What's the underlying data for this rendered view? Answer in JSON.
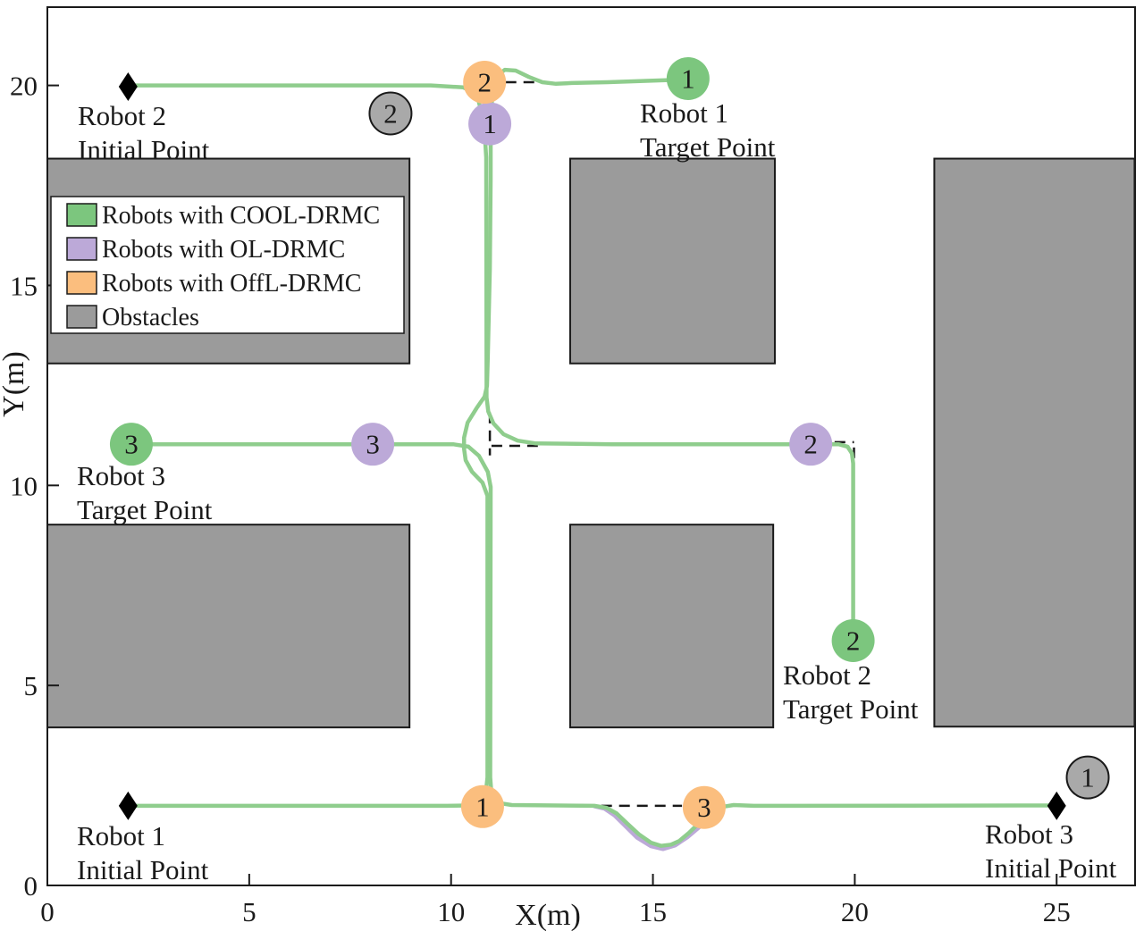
{
  "axes": {
    "xlabel": "X(m)",
    "ylabel": "Y(m)",
    "x_ticks": [
      "0",
      "5",
      "10",
      "15",
      "20",
      "25"
    ],
    "y_ticks": [
      "0",
      "5",
      "10",
      "15",
      "20"
    ]
  },
  "legend": {
    "items": [
      {
        "label": "Robots with COOL-DRMC",
        "color": "#7CC67E"
      },
      {
        "label": "Robots with OL-DRMC",
        "color": "#BCA9D8"
      },
      {
        "label": "Robots with OffL-DRMC",
        "color": "#FBBE7E"
      },
      {
        "label": "Obstacles",
        "color": "#9B9B9B"
      }
    ]
  },
  "annotations": {
    "robot2_initial": {
      "line1": "Robot 2",
      "line2": "Initial Point"
    },
    "robot1_target": {
      "line1": "Robot 1",
      "line2": "Target Point"
    },
    "robot3_target": {
      "line1": "Robot 3",
      "line2": "Target Point"
    },
    "robot2_target": {
      "line1": "Robot 2",
      "line2": "Target Point"
    },
    "robot1_initial": {
      "line1": "Robot 1",
      "line2": "Initial Point"
    },
    "robot3_initial": {
      "line1": "Robot 3",
      "line2": "Initial Point"
    }
  },
  "chart_data": {
    "type": "line",
    "title": "",
    "xlabel": "X(m)",
    "ylabel": "Y(m)",
    "xlim": [
      0,
      26.93
    ],
    "ylim": [
      0,
      21.96
    ],
    "x_ticks": [
      0,
      5,
      10,
      15,
      20,
      25
    ],
    "y_ticks": [
      0,
      5,
      10,
      15,
      20
    ],
    "grid": false,
    "legend_position": "upper-left",
    "colors": {
      "cool_line": "#8FCD8D",
      "cool_marker": "#7CC67E",
      "ol": "#BCA9D8",
      "offl": "#FBBE7E",
      "obstacle": "#9B9B9B",
      "obstacle_circle": "#A9A9A9",
      "dashed": "#1a1a1a"
    },
    "marker_radius_m": 0.53,
    "obstacles": [
      {
        "x": 0.0,
        "y": 13.05,
        "w": 8.97,
        "h": 5.12
      },
      {
        "x": 12.95,
        "y": 13.05,
        "w": 5.07,
        "h": 5.12
      },
      {
        "x": 21.97,
        "y": 3.97,
        "w": 4.96,
        "h": 14.2
      },
      {
        "x": 0.0,
        "y": 3.95,
        "w": 8.97,
        "h": 5.07
      },
      {
        "x": 12.95,
        "y": 3.95,
        "w": 5.03,
        "h": 5.07
      }
    ],
    "trajectories": [
      {
        "name": "robot3-ol-drmc",
        "method": "OL-DRMC",
        "color": "#BCA9D8",
        "points": [
          [
            16.55,
            1.78
          ],
          [
            16.2,
            1.5
          ],
          [
            15.85,
            1.2
          ],
          [
            15.55,
            1.0
          ],
          [
            15.25,
            0.91
          ],
          [
            14.95,
            0.98
          ],
          [
            14.6,
            1.2
          ],
          [
            14.3,
            1.5
          ],
          [
            14.05,
            1.75
          ],
          [
            13.8,
            1.92
          ],
          [
            13.55,
            1.98
          ]
        ]
      },
      {
        "name": "robot1-cool-drmc",
        "method": "COOL-DRMC",
        "color": "#8FCD8D",
        "points": [
          [
            2.0,
            1.99
          ],
          [
            9.9,
            1.99
          ],
          [
            10.45,
            2.0
          ],
          [
            10.72,
            2.08
          ],
          [
            10.86,
            2.3
          ],
          [
            10.9,
            2.7
          ],
          [
            10.9,
            9.74
          ],
          [
            10.78,
            10.07
          ],
          [
            10.52,
            10.34
          ],
          [
            10.36,
            10.63
          ],
          [
            10.32,
            10.92
          ],
          [
            10.32,
            11.19
          ],
          [
            10.41,
            11.57
          ],
          [
            10.63,
            11.93
          ],
          [
            10.83,
            12.22
          ],
          [
            10.89,
            12.49
          ],
          [
            10.91,
            13.2
          ],
          [
            10.96,
            15.43
          ],
          [
            10.98,
            17.67
          ],
          [
            10.98,
            18.38
          ],
          [
            10.98,
            19.01
          ],
          [
            11.0,
            19.5
          ],
          [
            11.05,
            19.9
          ],
          [
            11.16,
            20.26
          ],
          [
            11.33,
            20.39
          ],
          [
            11.6,
            20.37
          ],
          [
            11.93,
            20.21
          ],
          [
            12.26,
            20.08
          ],
          [
            12.6,
            20.04
          ],
          [
            12.99,
            20.06
          ],
          [
            13.88,
            20.08
          ],
          [
            15.87,
            20.15
          ]
        ]
      },
      {
        "name": "robot2-cool-drmc",
        "method": "COOL-DRMC",
        "color": "#8FCD8D",
        "points": [
          [
            2.0,
            20.0
          ],
          [
            9.5,
            20.0
          ],
          [
            10.3,
            19.95
          ],
          [
            10.55,
            19.84
          ],
          [
            10.68,
            19.62
          ],
          [
            10.76,
            19.3
          ],
          [
            10.83,
            18.85
          ],
          [
            10.87,
            18.2
          ],
          [
            10.88,
            12.2
          ],
          [
            10.92,
            11.85
          ],
          [
            11.05,
            11.55
          ],
          [
            11.3,
            11.28
          ],
          [
            11.65,
            11.12
          ],
          [
            12.1,
            11.05
          ],
          [
            14.0,
            11.03
          ],
          [
            19.0,
            11.03
          ],
          [
            19.6,
            11.03
          ],
          [
            19.82,
            10.97
          ],
          [
            19.93,
            10.8
          ],
          [
            19.96,
            10.55
          ],
          [
            19.96,
            6.12
          ]
        ]
      },
      {
        "name": "robot3-cool-drmc",
        "method": "COOL-DRMC",
        "color": "#8FCD8D",
        "points": [
          [
            25.0,
            2.0
          ],
          [
            17.5,
            1.99
          ],
          [
            17.0,
            2.01
          ],
          [
            16.75,
            1.97
          ],
          [
            16.5,
            1.86
          ],
          [
            16.2,
            1.62
          ],
          [
            15.9,
            1.32
          ],
          [
            15.65,
            1.11
          ],
          [
            15.45,
            1.02
          ],
          [
            15.2,
            0.99
          ],
          [
            14.95,
            1.07
          ],
          [
            14.65,
            1.28
          ],
          [
            14.35,
            1.56
          ],
          [
            14.1,
            1.8
          ],
          [
            13.85,
            1.94
          ],
          [
            13.55,
            1.99
          ],
          [
            11.5,
            2.01
          ],
          [
            11.12,
            2.07
          ],
          [
            11.0,
            2.28
          ],
          [
            10.97,
            2.7
          ],
          [
            10.98,
            9.96
          ],
          [
            10.91,
            10.34
          ],
          [
            10.69,
            10.74
          ],
          [
            10.43,
            10.97
          ],
          [
            10.05,
            11.03
          ],
          [
            8.13,
            11.03
          ],
          [
            2.08,
            11.03
          ]
        ]
      }
    ],
    "dashed_segments": [
      [
        [
          11.35,
          20.08
        ],
        [
          12.3,
          20.08
        ]
      ],
      [
        [
          10.96,
          11.82
        ],
        [
          10.96,
          10.75
        ]
      ],
      [
        [
          11.0,
          10.99
        ],
        [
          12.15,
          10.99
        ]
      ],
      [
        [
          19.5,
          11.08
        ],
        [
          19.98,
          11.08
        ]
      ],
      [
        [
          19.98,
          10.95
        ],
        [
          19.98,
          10.68
        ]
      ],
      [
        [
          13.72,
          1.99
        ],
        [
          15.72,
          1.99
        ]
      ]
    ],
    "robot_markers": [
      {
        "label": "1",
        "method": "cool",
        "x": 15.87,
        "y": 20.17
      },
      {
        "label": "2",
        "method": "cool",
        "x": 19.96,
        "y": 6.12
      },
      {
        "label": "3",
        "method": "cool",
        "x": 2.08,
        "y": 11.03
      },
      {
        "label": "1",
        "method": "ol",
        "x": 10.96,
        "y": 19.04
      },
      {
        "label": "2",
        "method": "ol",
        "x": 18.91,
        "y": 11.03
      },
      {
        "label": "3",
        "method": "ol",
        "x": 8.06,
        "y": 11.03
      },
      {
        "label": "1",
        "method": "offl",
        "x": 10.78,
        "y": 1.97
      },
      {
        "label": "2",
        "method": "offl",
        "x": 10.83,
        "y": 20.08
      },
      {
        "label": "3",
        "method": "offl",
        "x": 16.27,
        "y": 1.95
      }
    ],
    "obstacle_circles": [
      {
        "label": "1",
        "x": 25.77,
        "y": 2.7
      },
      {
        "label": "2",
        "x": 8.5,
        "y": 19.3
      }
    ],
    "initial_points": [
      {
        "robot": "1",
        "x": 2.0,
        "y": 1.99
      },
      {
        "robot": "2",
        "x": 2.0,
        "y": 19.97
      },
      {
        "robot": "3",
        "x": 25.0,
        "y": 1.99
      }
    ]
  }
}
